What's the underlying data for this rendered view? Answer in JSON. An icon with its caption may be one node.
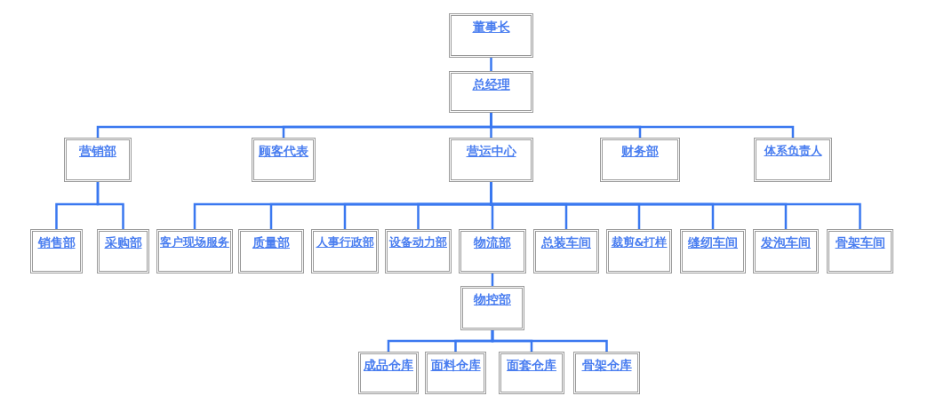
{
  "diagram": {
    "nodes": [
      {
        "text": [
          "董事长"
        ]
      },
      {
        "text": [
          "总经理"
        ]
      },
      {
        "text": [
          "营销部"
        ]
      },
      {
        "text": [
          "顾客代表"
        ]
      },
      {
        "text": [
          "营运中心"
        ]
      },
      {
        "text": [
          "财务部"
        ]
      },
      {
        "text": [
          "体系负责人"
        ]
      },
      {
        "text": [
          "销售部"
        ]
      },
      {
        "text": [
          "采购部"
        ]
      },
      {
        "text": [
          "客户现场服务"
        ]
      },
      {
        "text": [
          "质量部"
        ]
      },
      {
        "text": [
          "人事行政部"
        ]
      },
      {
        "text": [
          "设备动力部"
        ]
      },
      {
        "text": [
          "物流部"
        ]
      },
      {
        "text": [
          "总装车间"
        ]
      },
      {
        "text": [
          "裁剪&打样"
        ]
      },
      {
        "text": [
          "缝纫车间"
        ]
      },
      {
        "text": [
          "发泡车间"
        ]
      },
      {
        "text": [
          "骨架车间"
        ]
      },
      {
        "text": [
          "物控部"
        ]
      },
      {
        "text": [
          "成品仓库"
        ]
      },
      {
        "text": [
          "面料仓库"
        ]
      },
      {
        "text": [
          "面套仓库"
        ]
      },
      {
        "text": [
          "骨架仓库"
        ]
      }
    ],
    "edges": [
      {
        "from": 0,
        "to": 1,
        "arrow": "none"
      },
      {
        "from": 1,
        "to": 2,
        "arrow": "none"
      },
      {
        "from": 1,
        "to": 3,
        "arrow": "none"
      },
      {
        "from": 1,
        "to": 4,
        "arrow": "none"
      },
      {
        "from": 1,
        "to": 5,
        "arrow": "none"
      },
      {
        "from": 1,
        "to": 6,
        "arrow": "none"
      },
      {
        "from": 2,
        "to": 7,
        "arrow": "none"
      },
      {
        "from": 2,
        "to": 8,
        "arrow": "none"
      },
      {
        "from": 4,
        "to": 9,
        "arrow": "none"
      },
      {
        "from": 4,
        "to": 10,
        "arrow": "none"
      },
      {
        "from": 4,
        "to": 11,
        "arrow": "none"
      },
      {
        "from": 4,
        "to": 12,
        "arrow": "none"
      },
      {
        "from": 4,
        "to": 13,
        "arrow": "none"
      },
      {
        "from": 4,
        "to": 14,
        "arrow": "none"
      },
      {
        "from": 4,
        "to": 15,
        "arrow": "none"
      },
      {
        "from": 4,
        "to": 16,
        "arrow": "none"
      },
      {
        "from": 4,
        "to": 17,
        "arrow": "none"
      },
      {
        "from": 4,
        "to": 18,
        "arrow": "none"
      },
      {
        "from": 13,
        "to": 19,
        "arrow": "none"
      },
      {
        "from": 19,
        "to": 20,
        "arrow": "none"
      },
      {
        "from": 19,
        "to": 21,
        "arrow": "none"
      },
      {
        "from": 19,
        "to": 22,
        "arrow": "none"
      },
      {
        "from": 19,
        "to": 23,
        "arrow": "none"
      }
    ]
  }
}
